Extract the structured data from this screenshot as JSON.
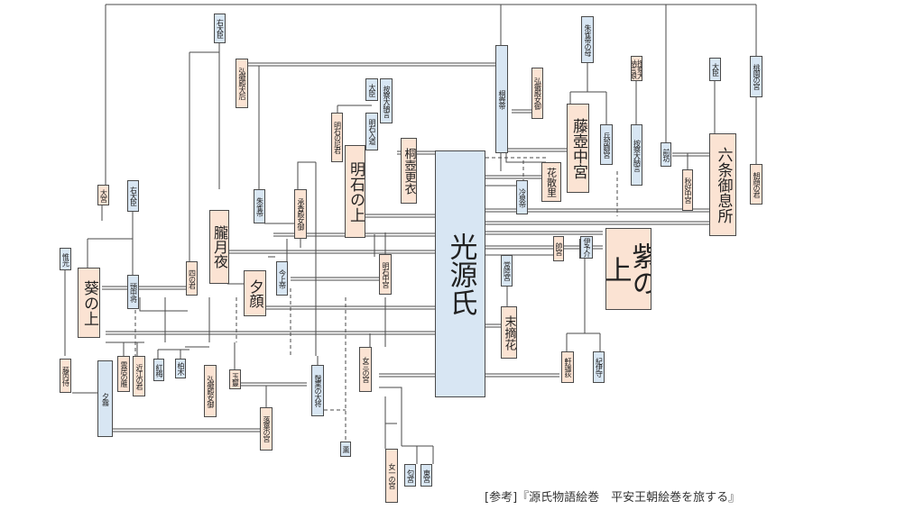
{
  "nodes": {
    "genji": "光源氏",
    "murasaki": "紫の上",
    "rokujo": "六条御息所",
    "fujitsubo": "藤壺中宮",
    "akashi": "明石の上",
    "kiritsubo_koi": "桐壺更衣",
    "aoi": "葵の上",
    "oborozukiyo": "朧月夜",
    "yugao": "夕顔",
    "suetsumuhana": "末摘花",
    "kiritsubo_tei": "桐壺帝",
    "kokiden": "弘徽殿大后",
    "udaijin_top": "右大臣",
    "sujaku_haha": "朱雀帝の母",
    "heibu": "兵部卿宮",
    "sakimikado": "前坊",
    "akikonomu": "秋好中宮",
    "daijin_left": "大臣",
    "momozono": "桃園の宮",
    "asagao": "朝顔の君",
    "kokidennyogo": "弘徽殿女御",
    "akashi_nyudo": "明石入道",
    "akashi_amagimi": "明石の尼君",
    "daijin2": "大臣",
    "azechi": "按察大納言",
    "azechi_musume": "按察大納言娘",
    "hanachirusato": "花散里",
    "reizei": "冷泉帝",
    "sochi": "帥宮",
    "hitachi": "常陸宮",
    "taiken": "大宮",
    "udaijin2": "右大臣",
    "sujaku": "朱雀帝",
    "shokyoden": "承香殿女御",
    "tonochujo": "頭中将",
    "shinojimi": "四の君",
    "kinjo": "今上帝",
    "akashi_chugu": "明石中宮",
    "onnasan": "女三の宮",
    "koremitsu": "惟光",
    "tonaishi": "藤内侍",
    "yugiri": "夕霧",
    "kumoi": "雲居の雁",
    "omi": "近江の君",
    "kobai": "紅梅",
    "kashiwagi": "柏木",
    "kokidenn2": "弘徽殿女御",
    "tamakazura": "玉鬘",
    "higekuro": "鬚黒の大将",
    "ochiba": "落葉の宮",
    "kaoru": "薫",
    "onnaichi": "女一の宮",
    "nioumiya": "匂宮",
    "toguu": "東宮",
    "utsusemi": "空蝉",
    "iyo": "伊予介",
    "nokiba": "軒端荻",
    "kii": "紀伊守"
  },
  "caption": "[参考]『源氏物語絵巻　平安王朝絵巻を旅する』",
  "colors": {
    "female": "#fbe3d3",
    "male": "#d8e6f3",
    "line": "#4a4a4a"
  }
}
